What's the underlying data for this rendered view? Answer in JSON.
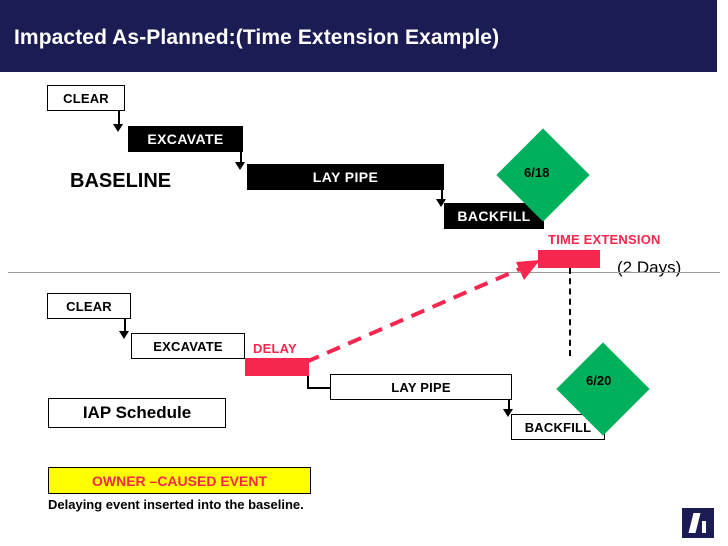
{
  "slide": {
    "title": "Impacted As-Planned:(Time Extension Example)",
    "title_bg": "#1c1c54",
    "accent_red": "#f5274e",
    "accent_green": "#00b05a"
  },
  "baseline": {
    "section_label": "BASELINE",
    "tasks": [
      {
        "label": "CLEAR",
        "style": "white"
      },
      {
        "label": "EXCAVATE",
        "style": "black"
      },
      {
        "label": "LAY PIPE",
        "style": "black"
      },
      {
        "label": "BACKFILL",
        "style": "black"
      }
    ],
    "milestone": {
      "label": "6/18"
    },
    "extension": {
      "label": "TIME EXTENSION",
      "duration_note": "(2 Days)"
    }
  },
  "iap": {
    "section_label": "IAP Schedule",
    "tasks": [
      {
        "label": "CLEAR",
        "style": "white"
      },
      {
        "label": "EXCAVATE",
        "style": "white"
      },
      {
        "label": "DELAY",
        "style": "red-label"
      },
      {
        "label": "LAY PIPE",
        "style": "white"
      },
      {
        "label": "BACKFILL",
        "style": "white"
      }
    ],
    "milestone": {
      "label": "6/20"
    },
    "event_box": {
      "label": "OWNER –CAUSED EVENT"
    },
    "caption": "Delaying event inserted into the baseline."
  }
}
